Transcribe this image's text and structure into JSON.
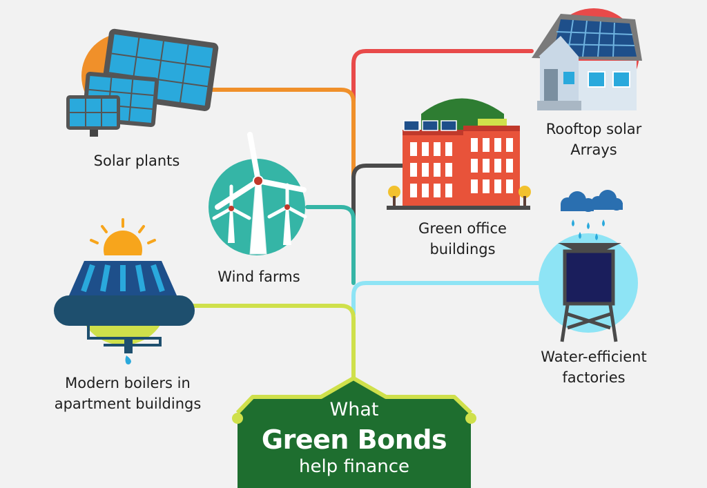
{
  "background_color": "#f2f2f2",
  "title": {
    "line1": "What",
    "line2": "Green Bonds",
    "line3": "help finance",
    "box_color": "#1e6e2f",
    "frame_color": "#cfe04b"
  },
  "items": {
    "solar_plants": {
      "label": "Solar plants",
      "connector_color": "#f0902a",
      "icon": "solar-panels-icon"
    },
    "wind_farms": {
      "label": "Wind farms",
      "connector_color": "#35b5a6",
      "icon": "wind-turbine-icon"
    },
    "modern_boilers": {
      "line1": "Modern boilers in",
      "line2": "apartment buildings",
      "connector_color": "#cfe04b",
      "icon": "solar-boiler-icon"
    },
    "rooftop_solar": {
      "line1": "Rooftop solar",
      "line2": "Arrays",
      "connector_color": "#e84a4a",
      "icon": "house-solar-icon"
    },
    "green_office": {
      "line1": "Green office",
      "line2": "buildings",
      "connector_color": "#4a4a4a",
      "icon": "office-building-icon"
    },
    "water_efficient": {
      "line1": "Water-efficient",
      "line2": "factories",
      "connector_color": "#8ee4f5",
      "icon": "water-tower-icon"
    }
  }
}
